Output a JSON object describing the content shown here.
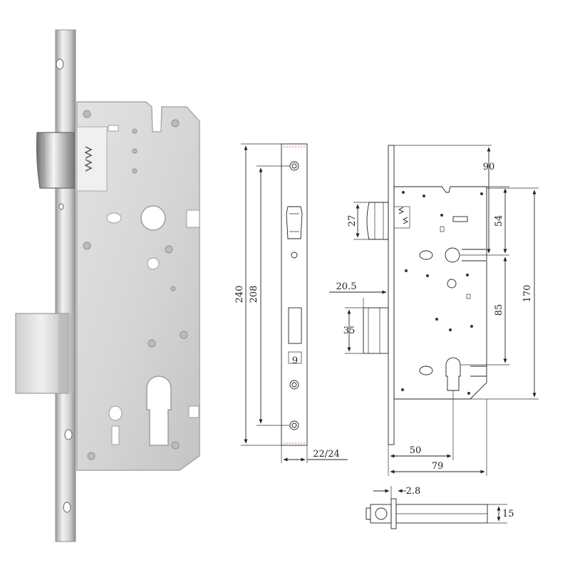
{
  "dimensions": {
    "faceplate_height": "240",
    "hole_spacing": "208",
    "faceplate_width": "22/24",
    "hole_label": "9",
    "top_offset": "90",
    "roller_latch": "27",
    "upper_distance": "54",
    "body_height": "170",
    "latch_offset": "20.5",
    "latch_height": "35",
    "handle_to_cylinder": "85",
    "backset": "50",
    "body_width": "79",
    "bolt_offset": "2.8",
    "bolt_thickness": "15"
  },
  "colors": {
    "line": "#222222",
    "steel_light": "#e6e6e6",
    "steel_mid": "#c8c8c8",
    "steel_dark": "#8a8a8a",
    "case_fill": "#d9d9d9"
  }
}
